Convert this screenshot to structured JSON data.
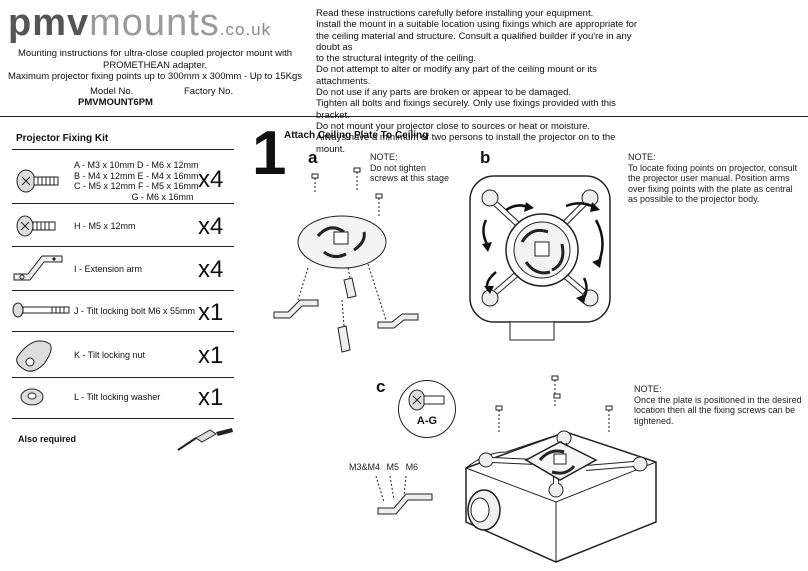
{
  "header": {
    "logo_main": "pmv",
    "logo_accent": "mounts",
    "logo_domain": ".co.uk",
    "intro_lines": [
      "Mounting instructions for ultra-close coupled projector mount with",
      "PROMETHEAN adapter.",
      "Maximum projector fixing points up to 300mm x 300mm  -  Up to 15Kgs"
    ],
    "model_label": "Model No.",
    "factory_label": "Factory No.",
    "model_value": "PMVMOUNT6PM"
  },
  "warnings": [
    "Read these instructions carefully before installing your equipment.",
    "Install the mount in a suitable location using fixings which are appropriate for",
    "the ceiling material and structure. Consult a qualified builder if you're in any doubt as",
    "to the structural integrity of the ceiling.",
    "Do not attempt to alter or modify any part of the ceiling mount or its attachments.",
    "Do not use if any parts are broken or appear to be damaged.",
    "Tighten all bolts and fixings securely. Only use fixings provided with this bracket.",
    "Do not mount your projector close to sources or heat or moisture.",
    "Always have a minimum of two persons to install the projector on to the mount."
  ],
  "kit": {
    "title": "Projector  Fixing Kit",
    "items": [
      {
        "lines": [
          "A - M3 x 10mm  D - M6 x 12mm",
          "B - M4 x 12mm  E - M4 x 16mm",
          "C - M5 x 12mm  F - M5 x 16mm",
          "                       G - M6 x 16mm"
        ],
        "qty": "x4",
        "icon": "screw-icon"
      },
      {
        "lines": [
          "H - M5 x 12mm"
        ],
        "qty": "x4",
        "icon": "screw-icon"
      },
      {
        "lines": [
          "I - Extension arm"
        ],
        "qty": "x4",
        "icon": "extension-arm-icon"
      },
      {
        "lines": [
          "J - Tilt locking bolt M6 x 55mm"
        ],
        "qty": "x1",
        "icon": "bolt-icon"
      },
      {
        "lines": [
          "K - Tilt locking nut"
        ],
        "qty": "x1",
        "icon": "locking-nut-icon"
      },
      {
        "lines": [
          "L - Tilt locking washer"
        ],
        "qty": "x1",
        "icon": "washer-icon"
      }
    ],
    "also_required": "Also required",
    "tool_icon": "screwdriver-icon"
  },
  "step": {
    "number": "1",
    "title": "Attach Ceiling Plate To Ceiling",
    "a": {
      "letter": "a",
      "note": [
        "NOTE:",
        "Do not tighten",
        "screws at this stage"
      ]
    },
    "b": {
      "letter": "b",
      "note": [
        "NOTE:",
        "To locate fixing points on projector, consult",
        "the projector user manual. Position arms",
        "over fixing points with the plate as central",
        "as possible to the projector body."
      ]
    },
    "c": {
      "letter": "c",
      "badge": "A-G",
      "note": [
        "NOTE:",
        "Once the plate is positioned in the desired",
        "location then all the fixing screws can be",
        "tightened."
      ],
      "screw_sizes": [
        "M3&M4",
        "M5",
        "M6"
      ]
    }
  }
}
